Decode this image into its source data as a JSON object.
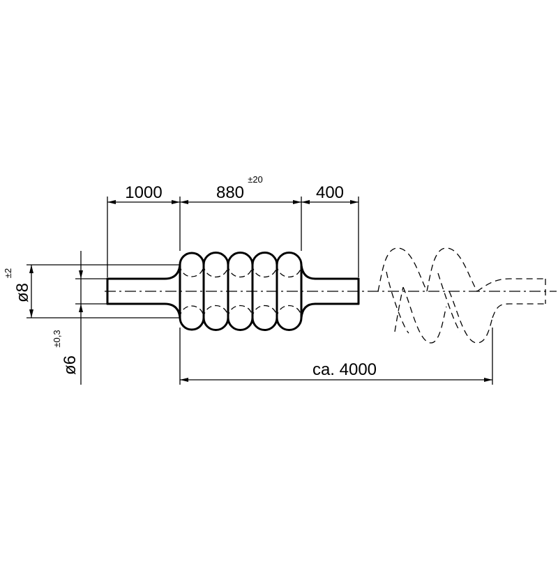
{
  "dimensions": {
    "left_length": "1000",
    "coil_length": "880",
    "coil_tolerance": "±20",
    "right_length": "400",
    "total_length": "ca. 4000",
    "outer_diameter": "ø8",
    "outer_diameter_tolerance": "±2",
    "inner_diameter": "ø6",
    "inner_diameter_tolerance": "±0,3"
  },
  "coil": {
    "visible_turns": 5
  },
  "colors": {
    "line": "#000000",
    "background": "#ffffff"
  }
}
